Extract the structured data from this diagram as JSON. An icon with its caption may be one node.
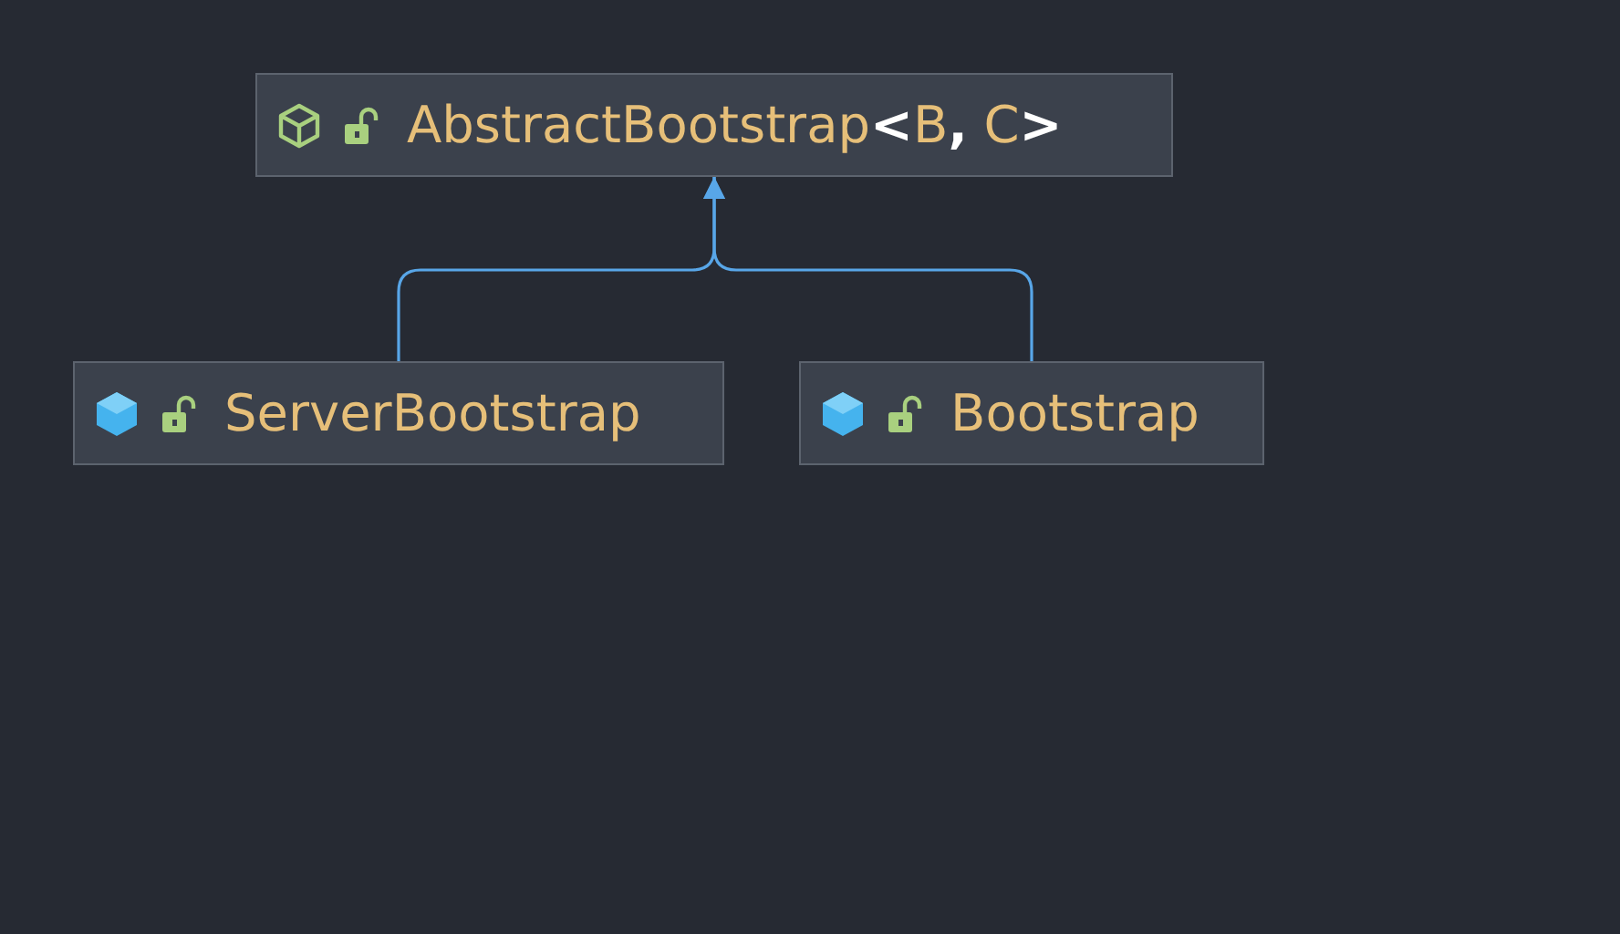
{
  "diagram": {
    "nodes": [
      {
        "text": [
          "AbstractBootstrap**<**B**,** C**>**"
        ]
      },
      {
        "text": [
          "ServerBootstrap"
        ]
      },
      {
        "text": [
          "Bootstrap"
        ]
      }
    ],
    "edges": [
      {
        "from": 1,
        "to": 0,
        "arrow": "to"
      },
      {
        "from": 2,
        "to": 0,
        "arrow": "to"
      }
    ]
  }
}
